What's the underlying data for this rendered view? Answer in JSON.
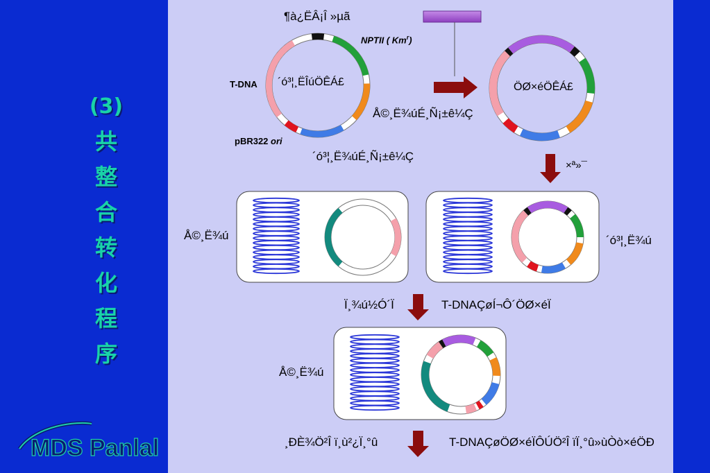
{
  "colors": {
    "bg_blue": "#0a2bd1",
    "panel": "#cccdf6",
    "title_green": "#19d3a8",
    "arrow_red": "#8b0d0d",
    "coil_blue": "#2a36d8",
    "teal": "#138a7e",
    "pink": "#f4a0ab",
    "purple": "#a85ce0",
    "green": "#22a03a",
    "orange": "#f08a1c",
    "red": "#e0141e",
    "blue": "#3f7be6",
    "black": "#111111"
  },
  "title": {
    "num": "(3)",
    "chars": [
      "共",
      "整",
      "合",
      "转",
      "化",
      "程",
      "序"
    ]
  },
  "logo": {
    "text": "MDS Panlal"
  },
  "labels": {
    "top_plasmid_top": "¶à¿ËÂ¡Î »µã",
    "nptii": "NPTII ( Km",
    "nptii_sup": "r",
    "nptii_close": ")",
    "tdna": "T-DNA",
    "top_plasmid_center": "´ó³¦¸ËÎúÖÊÁ£",
    "agro_marker": "Å©¸Ë¾úÉ¸Ñ¡±ê¼Ç",
    "pbr": "pBR322 ",
    "pbr_ori": "ori",
    "ecoli_marker": "´ó³¦¸Ë¾úÉ¸Ñ¡±ê¼Ç",
    "right_plasmid_center": "ÖØ×éÖÊÁ£",
    "transfer": "×ª»¯",
    "agro_left": "Å©¸Ë¾ú",
    "ecoli_right": "´ó³¦¸Ë¾ú",
    "homologous": "Ï¸¾ú½Ó´Ï",
    "tdna_recomb": "T-DNAÇøÍ¬Ô´ÖØ×éÏ",
    "agro_bottom": "Å©¸Ë¾ú",
    "infect": "¸ÐÈ¾Ö²Î ï¸ù²¿Ï¸°û",
    "bottom_right": "T-DNAÇøÖØ×éÏÔÚÖ²Î ïÏ¸°û»ùÒò×éÖÐ"
  }
}
